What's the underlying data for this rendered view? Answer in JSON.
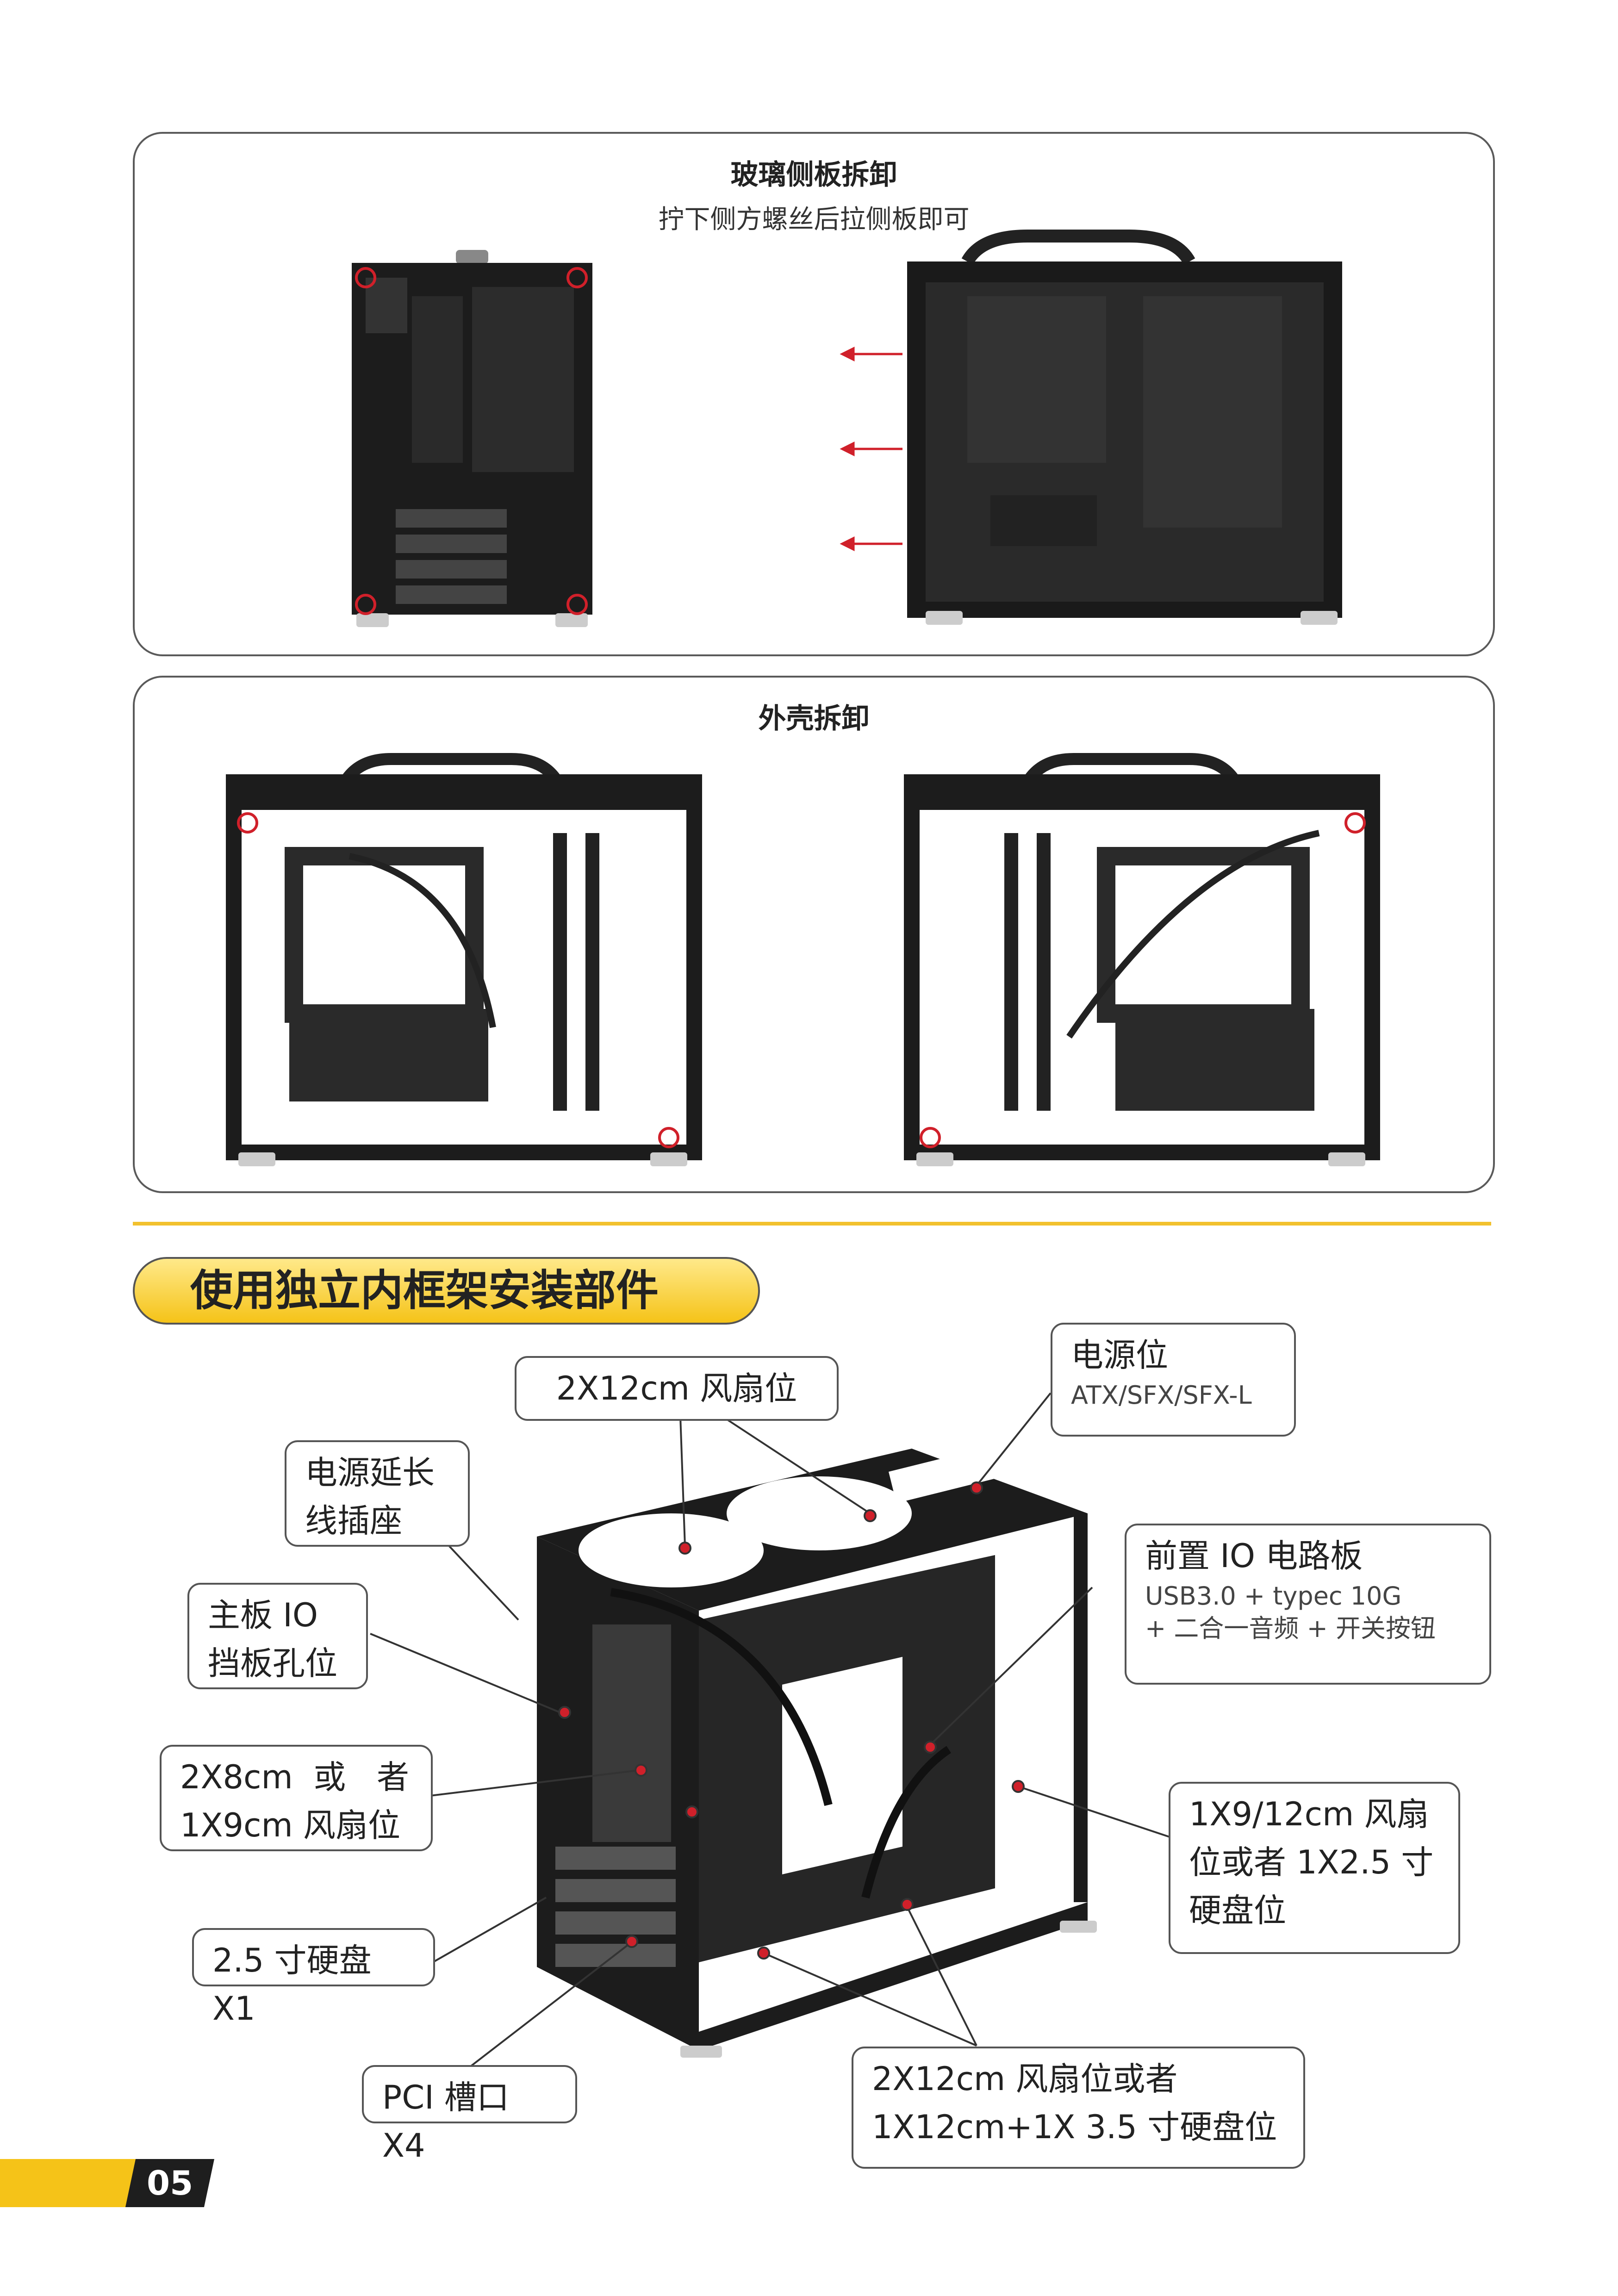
{
  "section1": {
    "title": "玻璃侧板拆卸",
    "subtitle": "拧下侧方螺丝后拉侧板即可"
  },
  "section2": {
    "title": "外壳拆卸"
  },
  "section3": {
    "banner": "使用独立内框架安装部件",
    "callouts": {
      "top_fan": "2X12cm 风扇位",
      "psu_title": "电源位",
      "psu_sub": "ATX/SFX/SFX-L",
      "psu_ext_1": "电源延长",
      "psu_ext_2": "线插座",
      "io_shield_1": "主板 IO",
      "io_shield_2": "挡板孔位",
      "front_io_title": "前置 IO 电路板",
      "front_io_sub1": "USB3.0 + typec 10G",
      "front_io_sub2": "+ 二合一音频 + 开关按钮",
      "rear_fan_1": "2X8cm  或   者",
      "rear_fan_2": "1X9cm 风扇位",
      "side_fan_1": "1X9/12cm 风扇",
      "side_fan_2": "位或者 1X2.5 寸",
      "side_fan_3": "硬盘位",
      "hdd": "2.5 寸硬盘 X1",
      "pci": "PCI 槽口 X4",
      "bottom_fan_1": "2X12cm 风扇位或者",
      "bottom_fan_2": "1X12cm+1X 3.5 寸硬盘位"
    }
  },
  "page_number": "05",
  "colors": {
    "accent": "#f5c318",
    "marker": "#d0202a",
    "case": "#1c1c1c"
  }
}
